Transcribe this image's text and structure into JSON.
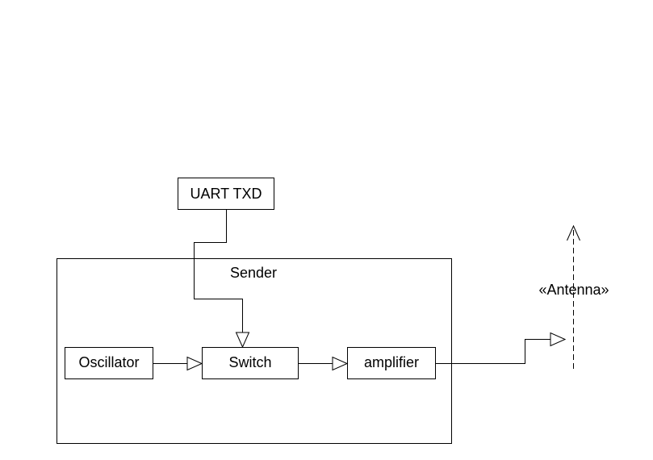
{
  "diagram": {
    "container": {
      "label": "Sender"
    },
    "input": {
      "label": "UART TXD"
    },
    "blocks": {
      "oscillator": {
        "label": "Oscillator"
      },
      "switch": {
        "label": "Switch"
      },
      "amplifier": {
        "label": "amplifier"
      }
    },
    "antenna": {
      "label": "«Antenna»"
    }
  }
}
